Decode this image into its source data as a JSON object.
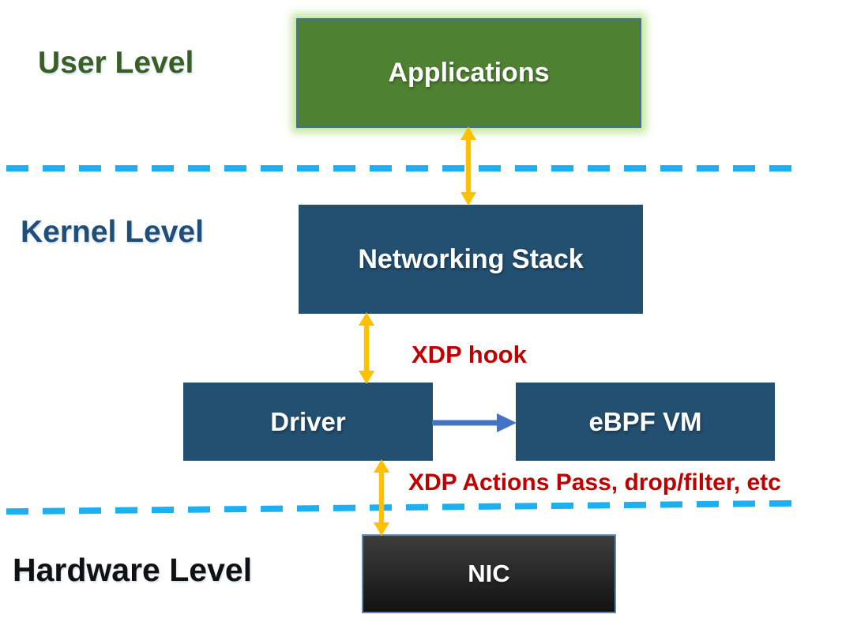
{
  "diagram": {
    "levels": {
      "user": {
        "label": "User Level",
        "color": "#3B5E27"
      },
      "kernel": {
        "label": "Kernel Level",
        "color": "#1F4E79"
      },
      "hardware": {
        "label": "Hardware Level",
        "color": "#111111"
      }
    },
    "nodes": {
      "applications": {
        "label": "Applications",
        "fill": "#4F8132"
      },
      "networking_stack": {
        "label": "Networking Stack",
        "fill": "#234F70"
      },
      "driver": {
        "label": "Driver",
        "fill": "#234F70"
      },
      "ebpf_vm": {
        "label": "eBPF VM",
        "fill": "#234F70"
      },
      "nic": {
        "label": "NIC",
        "fill": "#222222"
      }
    },
    "annotations": {
      "xdp_hook": {
        "label": "XDP hook",
        "color": "#C00000"
      },
      "xdp_actions": {
        "label": "XDP Actions Pass, drop/filter, etc",
        "color": "#C00000"
      }
    },
    "colors": {
      "arrow_orange": "#FFC000",
      "arrow_blue": "#4472C4",
      "separator_dashed": "#1CB0F0",
      "green_box_border": "#41719C",
      "green_box_glow": "#B9E08C",
      "nic_border": "#5B88B5",
      "background": "#FFFFFF"
    }
  }
}
